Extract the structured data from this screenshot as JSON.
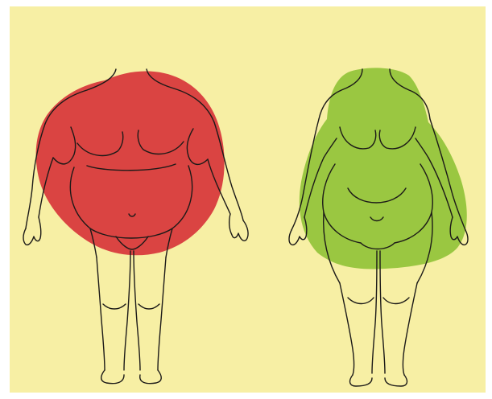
{
  "colors": {
    "background": "#f7efa4",
    "apple_fill": "#d83a3d",
    "pear_fill": "#95c43c",
    "outline": "#1c1a18"
  },
  "figures": [
    {
      "name": "apple-shape-figure",
      "highlight": "upper-body"
    },
    {
      "name": "pear-shape-figure",
      "highlight": "lower-body"
    }
  ]
}
